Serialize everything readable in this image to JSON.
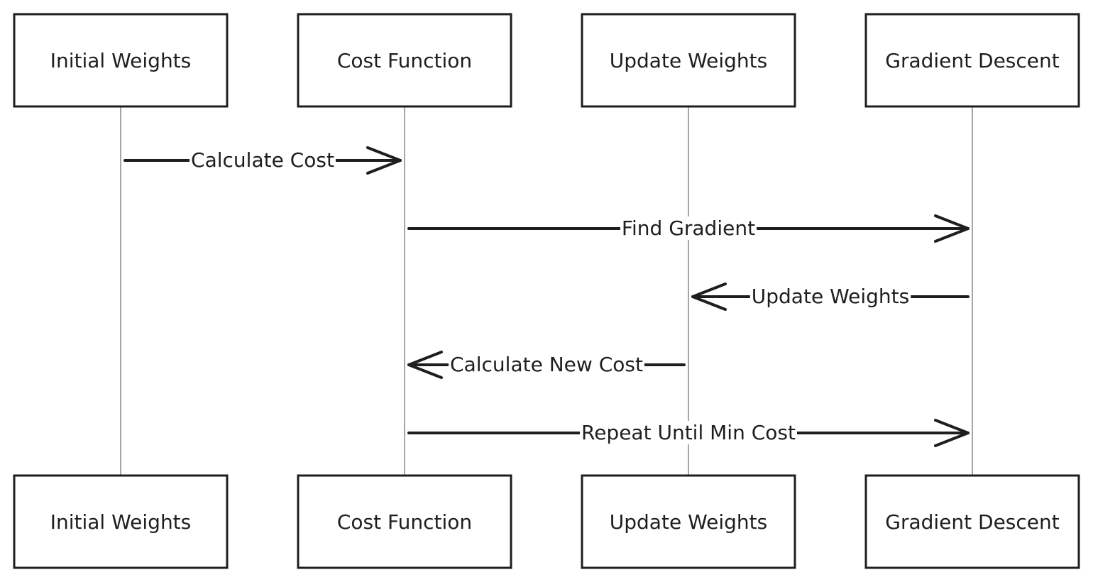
{
  "participants": [
    {
      "id": "initial_weights",
      "label": "Initial Weights"
    },
    {
      "id": "cost_function",
      "label": "Cost Function"
    },
    {
      "id": "update_weights",
      "label": "Update Weights"
    },
    {
      "id": "gradient_descent",
      "label": "Gradient Descent"
    }
  ],
  "messages": [
    {
      "from": "initial_weights",
      "to": "cost_function",
      "label": "Calculate Cost"
    },
    {
      "from": "cost_function",
      "to": "gradient_descent",
      "label": "Find Gradient"
    },
    {
      "from": "gradient_descent",
      "to": "update_weights",
      "label": "Update Weights"
    },
    {
      "from": "update_weights",
      "to": "cost_function",
      "label": "Calculate New Cost"
    },
    {
      "from": "cost_function",
      "to": "gradient_descent",
      "label": "Repeat Until Min Cost"
    }
  ],
  "colors": {
    "stroke": "#1e1e1e",
    "lifeline": "#a6a6a6",
    "background": "#ffffff"
  }
}
